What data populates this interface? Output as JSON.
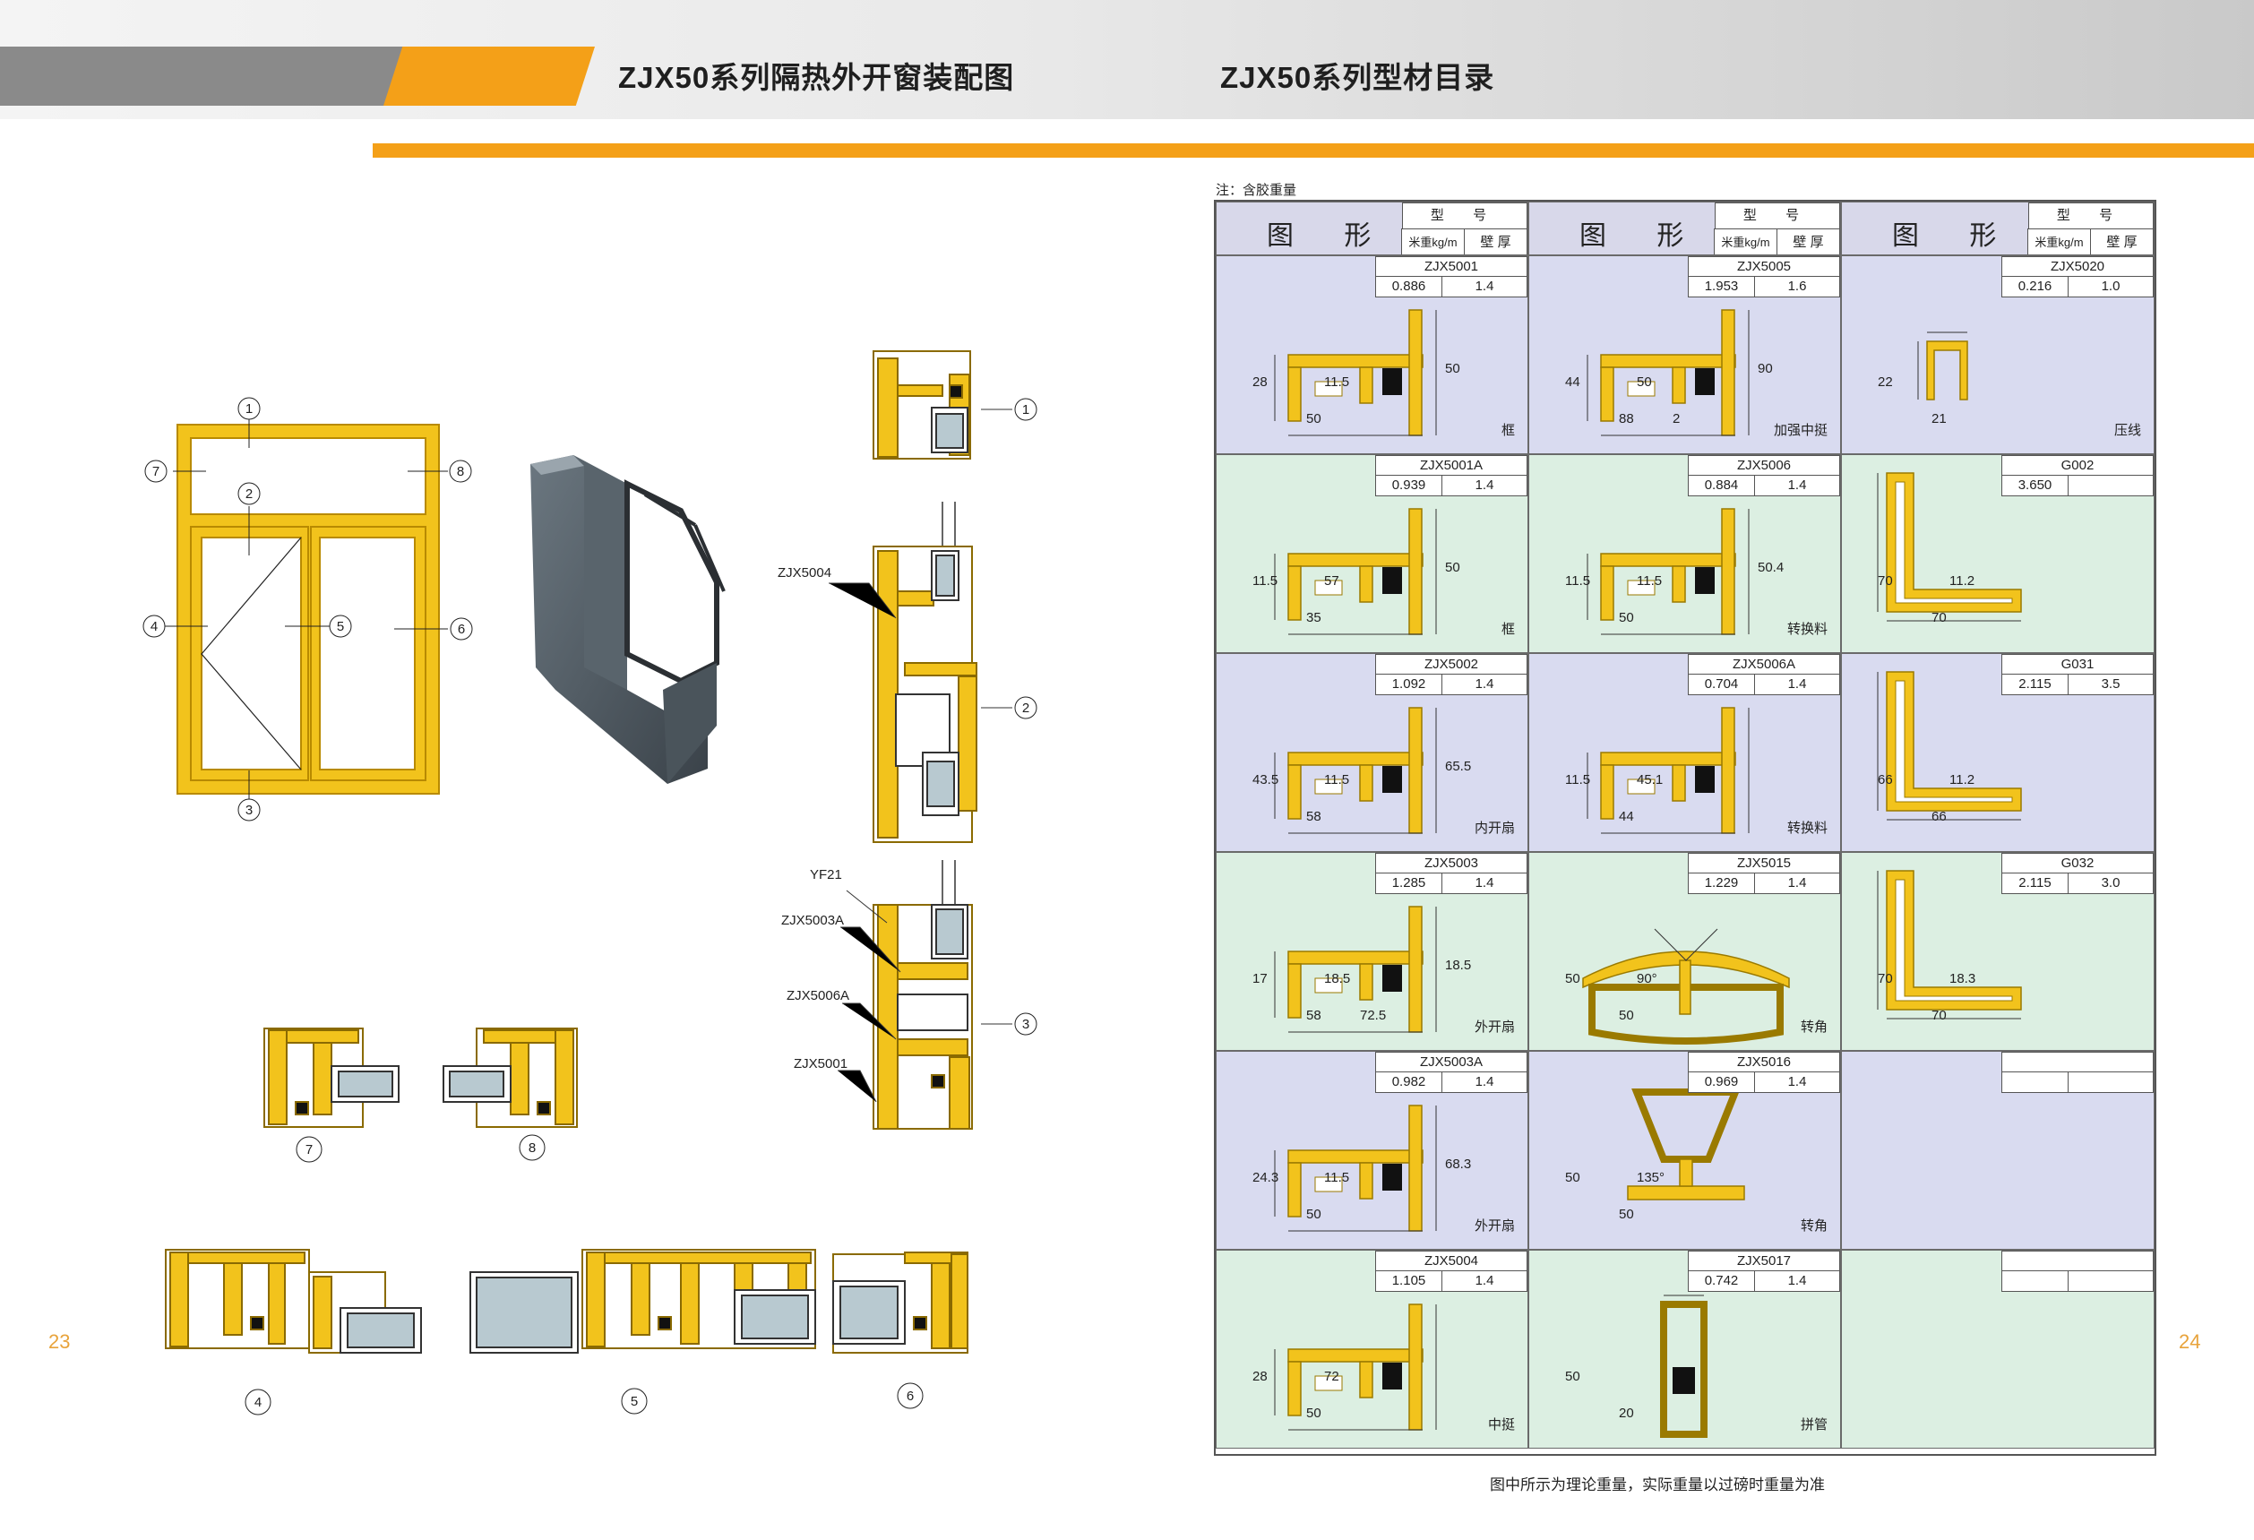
{
  "header": {
    "left_title": "ZJX50系列隔热外开窗装配图",
    "right_title": "ZJX50系列型材目录"
  },
  "page_numbers": {
    "left": "23",
    "right": "24"
  },
  "colors": {
    "accent_orange": "#f4a018",
    "profile_yellow": "#f2c31c",
    "cell_lavender": "#d9dbf0",
    "cell_green": "#dcefe2"
  },
  "assembly": {
    "elevation_callouts": [
      "1",
      "2",
      "3",
      "4",
      "5",
      "6",
      "7",
      "8"
    ],
    "section_labels": [
      "ZJX5004",
      "YF21",
      "ZJX5003A",
      "ZJX5006A",
      "ZJX5001"
    ],
    "section_callouts": [
      "1",
      "2",
      "3"
    ],
    "detail_callouts": [
      "7",
      "8",
      "4",
      "5",
      "6"
    ]
  },
  "catalog": {
    "note": "注：含胶重量",
    "header": {
      "figure_label": "图 形",
      "model_label": "型 号",
      "weight_label": "米重kg/m",
      "wall_label": "壁 厚"
    },
    "items": [
      {
        "code": "ZJX5001",
        "weight": "0.886",
        "wall": "1.4",
        "name": "框",
        "dims": [
          "50",
          "28",
          "11.5",
          "50"
        ]
      },
      {
        "code": "ZJX5005",
        "weight": "1.953",
        "wall": "1.6",
        "name": "加强中挺",
        "dims": [
          "88",
          "44",
          "50",
          "90",
          "2"
        ]
      },
      {
        "code": "ZJX5020",
        "weight": "0.216",
        "wall": "1.0",
        "name": "压线",
        "dims": [
          "21",
          "22"
        ]
      },
      {
        "code": "ZJX5001A",
        "weight": "0.939",
        "wall": "1.4",
        "name": "框",
        "dims": [
          "35",
          "11.5",
          "57",
          "50"
        ]
      },
      {
        "code": "ZJX5006",
        "weight": "0.884",
        "wall": "1.4",
        "name": "转换料",
        "dims": [
          "50",
          "11.5",
          "11.5",
          "50.4"
        ]
      },
      {
        "code": "G002",
        "weight": "3.650",
        "wall": "",
        "name": "",
        "dims": [
          "70",
          "70",
          "11.2"
        ]
      },
      {
        "code": "ZJX5002",
        "weight": "1.092",
        "wall": "1.4",
        "name": "内开扇",
        "dims": [
          "58",
          "43.5",
          "11.5",
          "65.5"
        ]
      },
      {
        "code": "ZJX5006A",
        "weight": "0.704",
        "wall": "1.4",
        "name": "转换料",
        "dims": [
          "44",
          "11.5",
          "45.1"
        ]
      },
      {
        "code": "G031",
        "weight": "2.115",
        "wall": "3.5",
        "name": "",
        "dims": [
          "66",
          "66",
          "11.2"
        ]
      },
      {
        "code": "ZJX5003",
        "weight": "1.285",
        "wall": "1.4",
        "name": "外开扇",
        "dims": [
          "58",
          "17",
          "18.5",
          "18.5",
          "72.5"
        ]
      },
      {
        "code": "ZJX5015",
        "weight": "1.229",
        "wall": "1.4",
        "name": "转角",
        "dims": [
          "50",
          "50",
          "90°"
        ]
      },
      {
        "code": "G032",
        "weight": "2.115",
        "wall": "3.0",
        "name": "",
        "dims": [
          "70",
          "70",
          "18.3"
        ]
      },
      {
        "code": "ZJX5003A",
        "weight": "0.982",
        "wall": "1.4",
        "name": "外开扇",
        "dims": [
          "50",
          "24.3",
          "11.5",
          "68.3"
        ]
      },
      {
        "code": "ZJX5016",
        "weight": "0.969",
        "wall": "1.4",
        "name": "转角",
        "dims": [
          "50",
          "50",
          "135°"
        ]
      },
      {
        "code": "",
        "weight": "",
        "wall": "",
        "name": "",
        "dims": []
      },
      {
        "code": "ZJX5004",
        "weight": "1.105",
        "wall": "1.4",
        "name": "中挺",
        "dims": [
          "50",
          "28",
          "72"
        ]
      },
      {
        "code": "ZJX5017",
        "weight": "0.742",
        "wall": "1.4",
        "name": "拼管",
        "dims": [
          "20",
          "50"
        ]
      },
      {
        "code": "",
        "weight": "",
        "wall": "",
        "name": "",
        "dims": []
      }
    ],
    "bottom_note": "图中所示为理论重量，实际重量以过磅时重量为准"
  }
}
